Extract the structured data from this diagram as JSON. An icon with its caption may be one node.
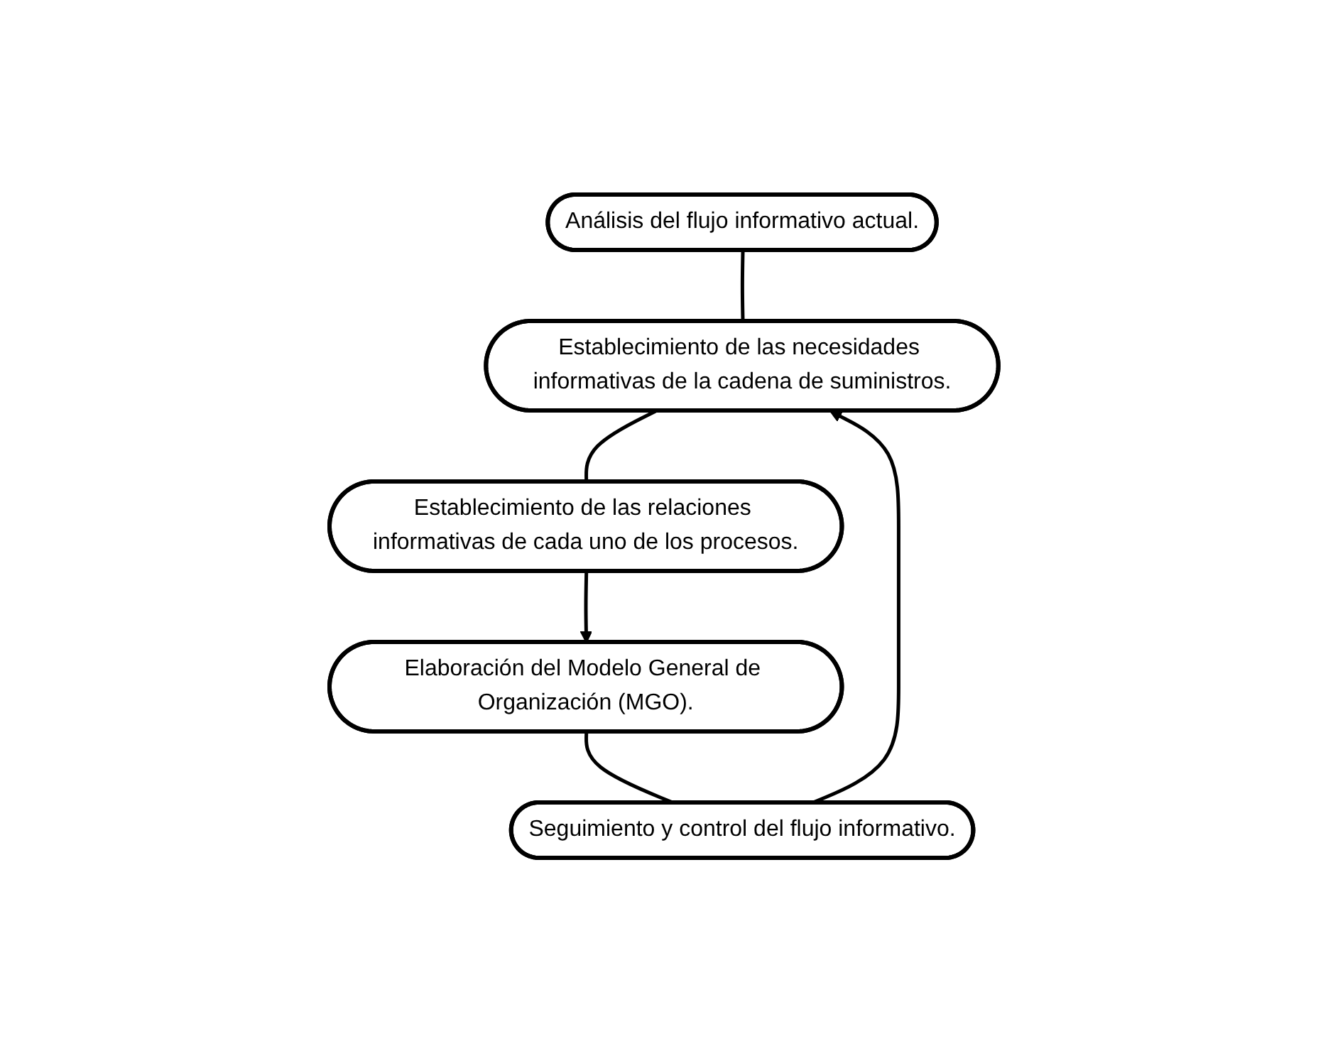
{
  "diagram": {
    "nodes": [
      {
        "text": [
          "Análisis del flujo informativo actual."
        ]
      },
      {
        "text": [
          "Establecimiento de las necesidades informativas de la cadena de suministros."
        ]
      },
      {
        "text": [
          "Establecimiento de las relaciones informativas de cada uno de los procesos."
        ]
      },
      {
        "text": [
          "Elaboración del Modelo General de Organización (MGO)."
        ]
      },
      {
        "text": [
          "Seguimiento y control del flujo informativo."
        ]
      }
    ],
    "edges": [
      {
        "from": 0,
        "to": 1,
        "arrow": "none"
      },
      {
        "from": 1,
        "to": 2,
        "arrow": "none"
      },
      {
        "from": 2,
        "to": 3,
        "arrow": "to"
      },
      {
        "from": 3,
        "to": 4,
        "arrow": "none"
      },
      {
        "from": 4,
        "to": 1,
        "arrow": "to"
      }
    ]
  }
}
